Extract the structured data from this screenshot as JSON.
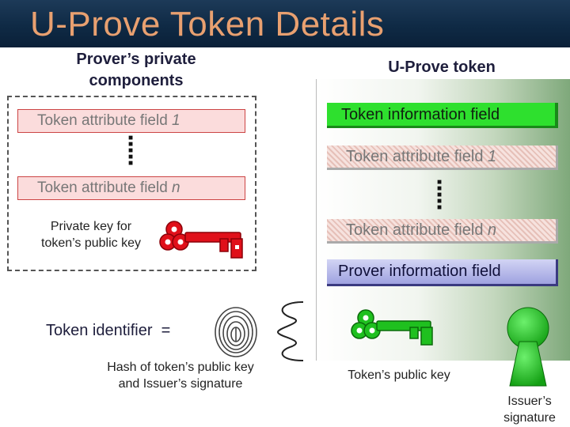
{
  "title": "U-Prove Token Details",
  "left_heading": [
    "Prover’s private",
    "components"
  ],
  "right_heading": "U-Prove token",
  "private": {
    "attr1_text": "Token attribute field ",
    "attr1_suffix": "1",
    "attrn_text": "Token attribute field ",
    "attrn_suffix": "n",
    "key_caption": [
      "Private key for",
      "token’s public key"
    ]
  },
  "token": {
    "info_field": "Token information field",
    "attr1_text": "Token attribute field ",
    "attr1_suffix": "1",
    "attrn_text": "Token attribute field ",
    "attrn_suffix": "n",
    "prover_field": "Prover information field",
    "public_key_caption": "Token’s public key"
  },
  "identifier": {
    "label": "Token identifier  =",
    "hash_caption": [
      "Hash of token’s public key",
      "and Issuer’s signature"
    ]
  },
  "issuer_caption": [
    "Issuer’s",
    "signature"
  ],
  "colors": {
    "title_text": "#e8a070",
    "title_bar": "#0f2a45",
    "private_key": "#e0101a",
    "public_key": "#1fc01f",
    "issuer_lock": "#1fc01f"
  }
}
